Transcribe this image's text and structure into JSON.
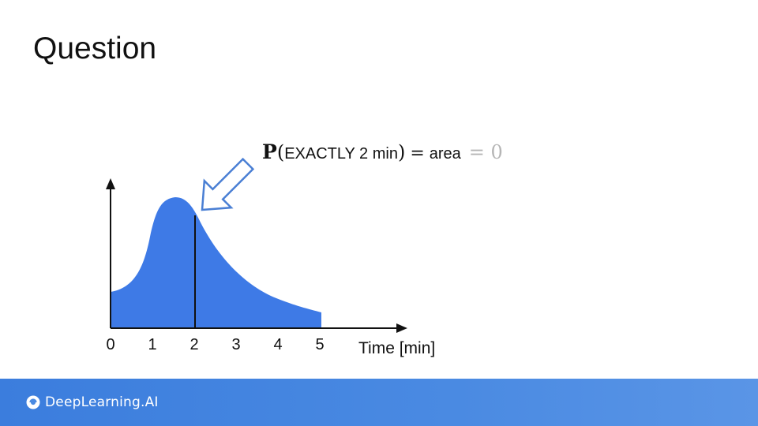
{
  "slide": {
    "title": "Question"
  },
  "annotation": {
    "prob_symbol": "P",
    "open_paren": "(",
    "event_text": "EXACTLY 2 min",
    "close_paren": ")",
    "equals": "=",
    "area_label": "area",
    "faded_result": "= 0"
  },
  "axis": {
    "x_ticks": [
      "0",
      "1",
      "2",
      "3",
      "4",
      "5"
    ],
    "x_label": "Time [min]"
  },
  "colors": {
    "curve_fill": "#3e7ae6",
    "arrow_stroke": "#4a7fd4",
    "footer": "#4a8ae2",
    "faded_text": "#b5b5b5"
  },
  "footer": {
    "brand_name": "DeepLearning.AI",
    "logo_icon": "deeplearning-logo-icon"
  }
}
